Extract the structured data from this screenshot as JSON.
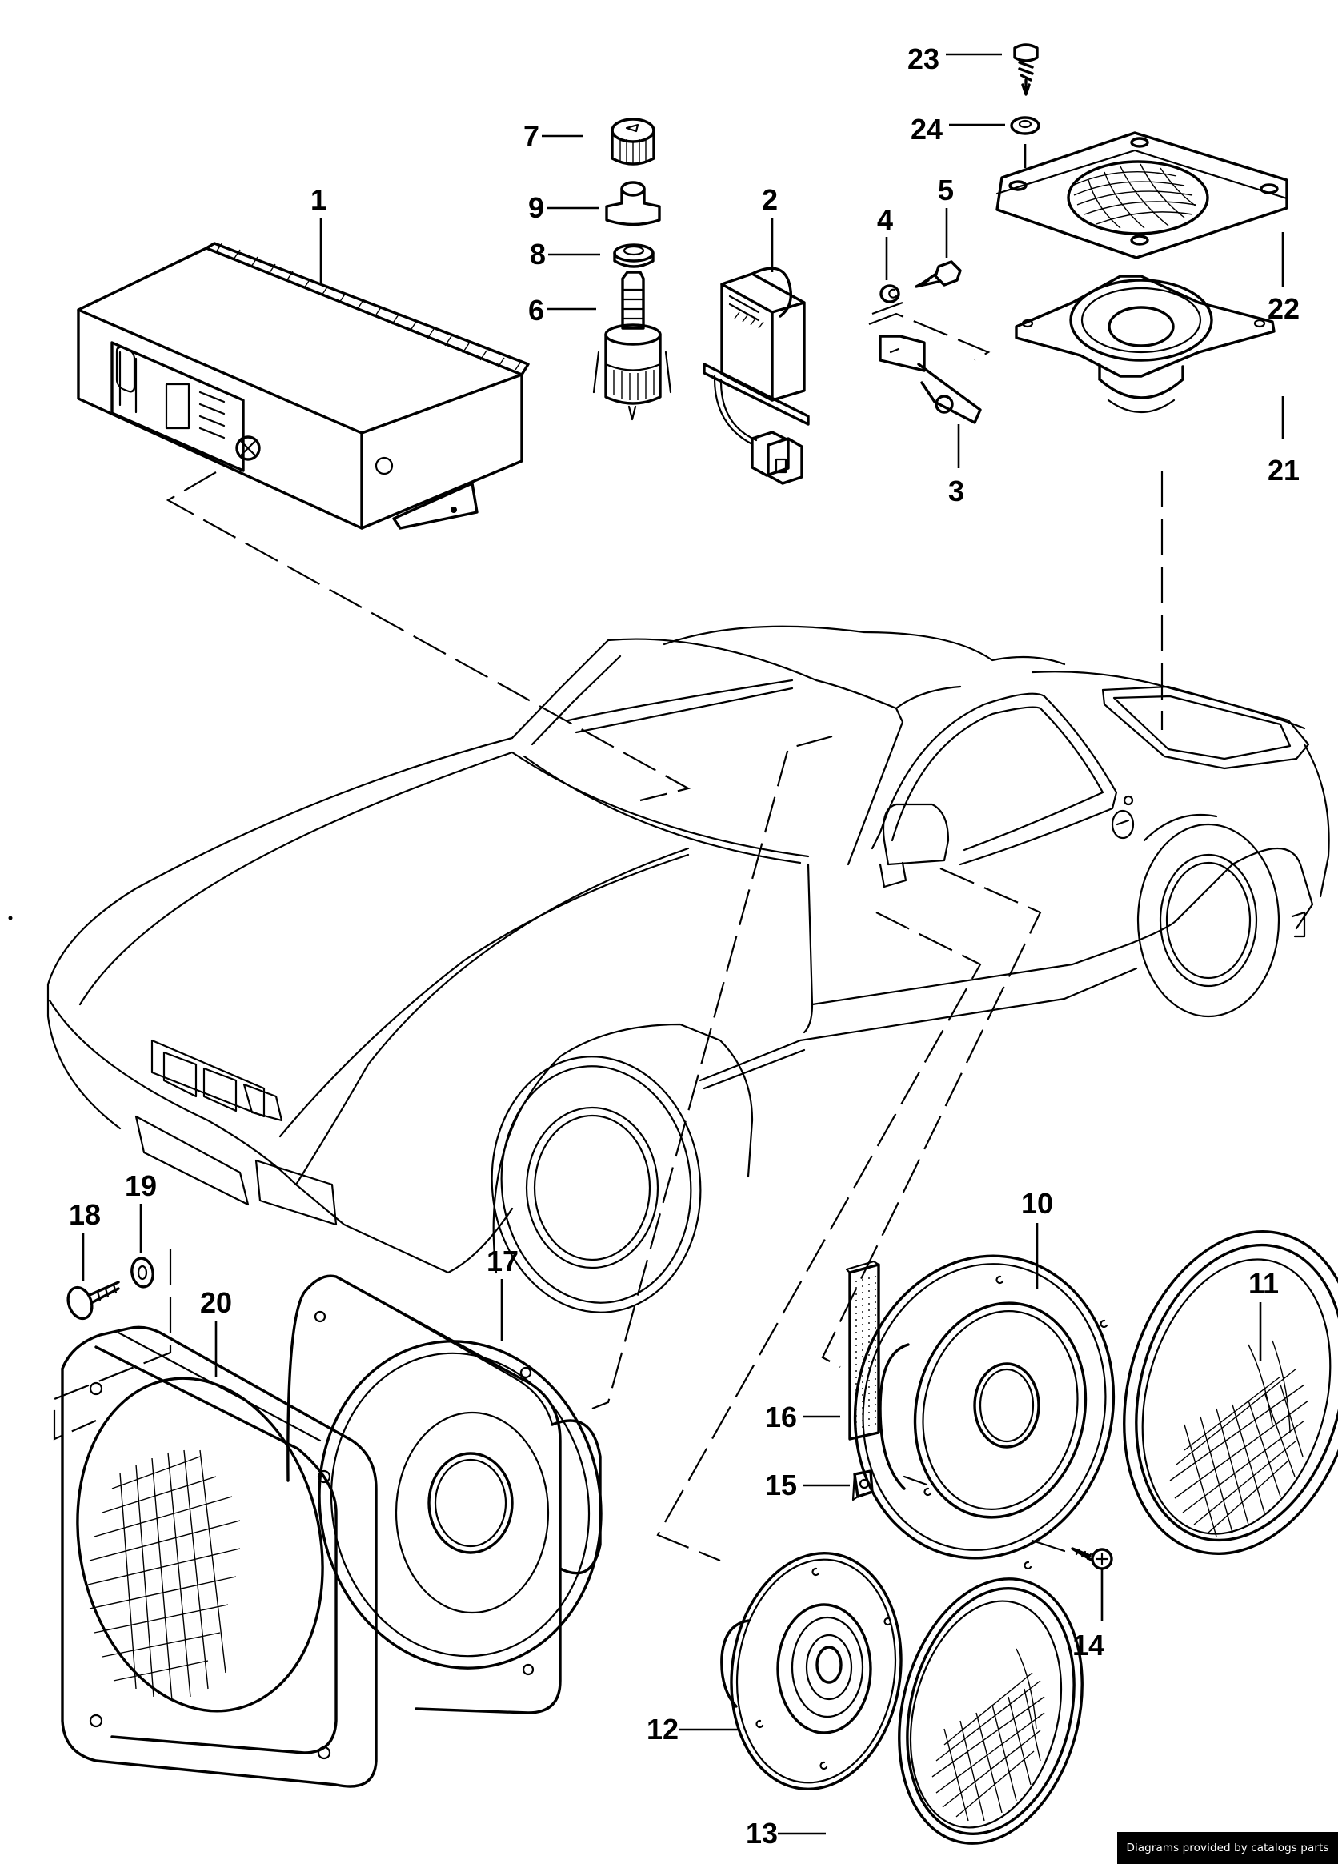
{
  "diagram": {
    "subject": "Sound system / amplifier and loudspeakers parts diagram",
    "colors": {
      "line": "#000000",
      "background": "#ffffff",
      "badge_bg": "#000000",
      "badge_text": "#ffffff"
    },
    "callouts": [
      {
        "id": "1",
        "label": "1",
        "part": "amplifier"
      },
      {
        "id": "2",
        "label": "2",
        "part": "transformer with wiring harness"
      },
      {
        "id": "3",
        "label": "3",
        "part": "mounting bracket"
      },
      {
        "id": "4",
        "label": "4",
        "part": "lock washer"
      },
      {
        "id": "5",
        "label": "5",
        "part": "screw"
      },
      {
        "id": "6",
        "label": "6",
        "part": "potentiometer"
      },
      {
        "id": "7",
        "label": "7",
        "part": "control knob"
      },
      {
        "id": "8",
        "label": "8",
        "part": "nut"
      },
      {
        "id": "9",
        "label": "9",
        "part": "knob insert"
      },
      {
        "id": "10",
        "label": "10",
        "part": "loudspeaker (door)"
      },
      {
        "id": "11",
        "label": "11",
        "part": "loudspeaker grille (door)"
      },
      {
        "id": "12",
        "label": "12",
        "part": "tweeter"
      },
      {
        "id": "13",
        "label": "13",
        "part": "tweeter grille"
      },
      {
        "id": "14",
        "label": "14",
        "part": "sheet metal screw"
      },
      {
        "id": "15",
        "label": "15",
        "part": "clip nut"
      },
      {
        "id": "16",
        "label": "16",
        "part": "foam strip"
      },
      {
        "id": "17",
        "label": "17",
        "part": "loudspeaker (dashboard)"
      },
      {
        "id": "18",
        "label": "18",
        "part": "sheet metal screw"
      },
      {
        "id": "19",
        "label": "19",
        "part": "washer"
      },
      {
        "id": "20",
        "label": "20",
        "part": "loudspeaker cover (dashboard)"
      },
      {
        "id": "21",
        "label": "21",
        "part": "loudspeaker (rear)"
      },
      {
        "id": "22",
        "label": "22",
        "part": "loudspeaker cover (rear)"
      },
      {
        "id": "23",
        "label": "23",
        "part": "sheet metal screw"
      },
      {
        "id": "24",
        "label": "24",
        "part": "washer"
      }
    ]
  },
  "footer": {
    "credit": "Diagrams provided by catalogs parts"
  }
}
